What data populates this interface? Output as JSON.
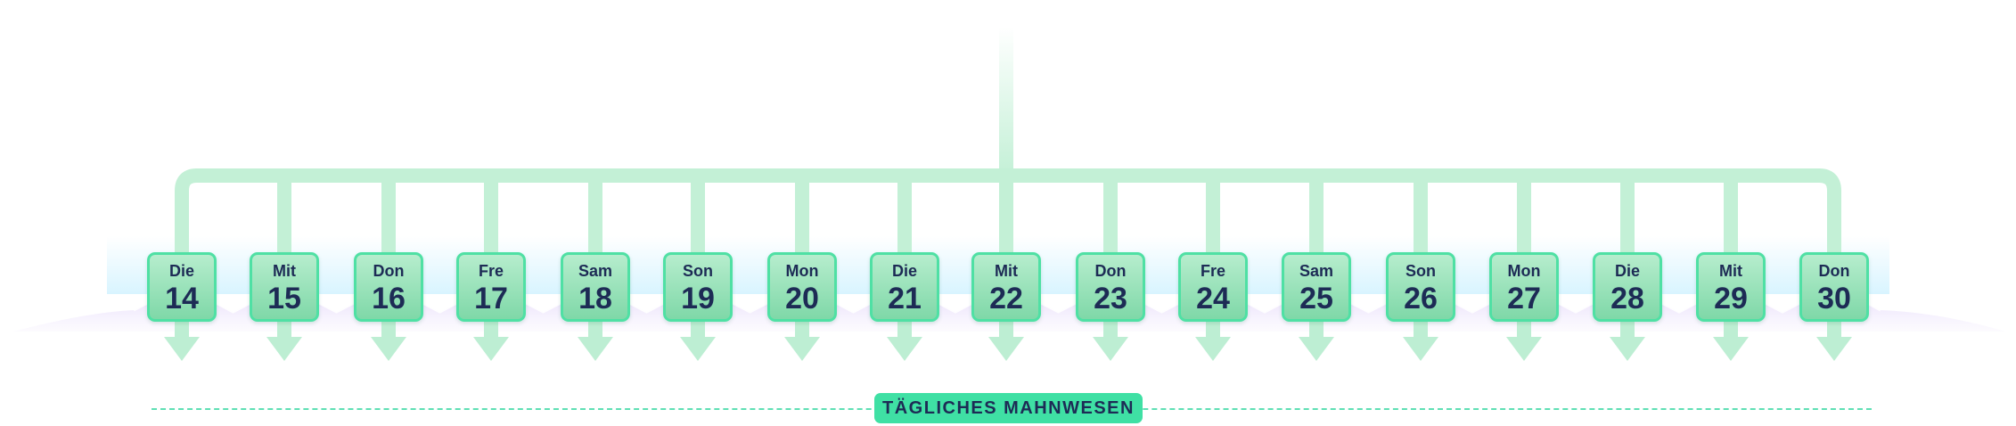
{
  "timeline": {
    "days": [
      {
        "name": "Die",
        "num": "14"
      },
      {
        "name": "Mit",
        "num": "15"
      },
      {
        "name": "Don",
        "num": "16"
      },
      {
        "name": "Fre",
        "num": "17"
      },
      {
        "name": "Sam",
        "num": "18"
      },
      {
        "name": "Son",
        "num": "19"
      },
      {
        "name": "Mon",
        "num": "20"
      },
      {
        "name": "Die",
        "num": "21"
      },
      {
        "name": "Mit",
        "num": "22"
      },
      {
        "name": "Don",
        "num": "23"
      },
      {
        "name": "Fre",
        "num": "24"
      },
      {
        "name": "Sam",
        "num": "25"
      },
      {
        "name": "Son",
        "num": "26"
      },
      {
        "name": "Mon",
        "num": "27"
      },
      {
        "name": "Die",
        "num": "28"
      },
      {
        "name": "Mit",
        "num": "29"
      },
      {
        "name": "Don",
        "num": "30"
      }
    ]
  },
  "footer": {
    "label": "TÄGLICHES MAHNWESEN"
  },
  "colors": {
    "card_border": "#4fe0a4",
    "connector": "#c3f0d6",
    "label_bg": "#3fe0a4",
    "text": "#1d2b55"
  }
}
